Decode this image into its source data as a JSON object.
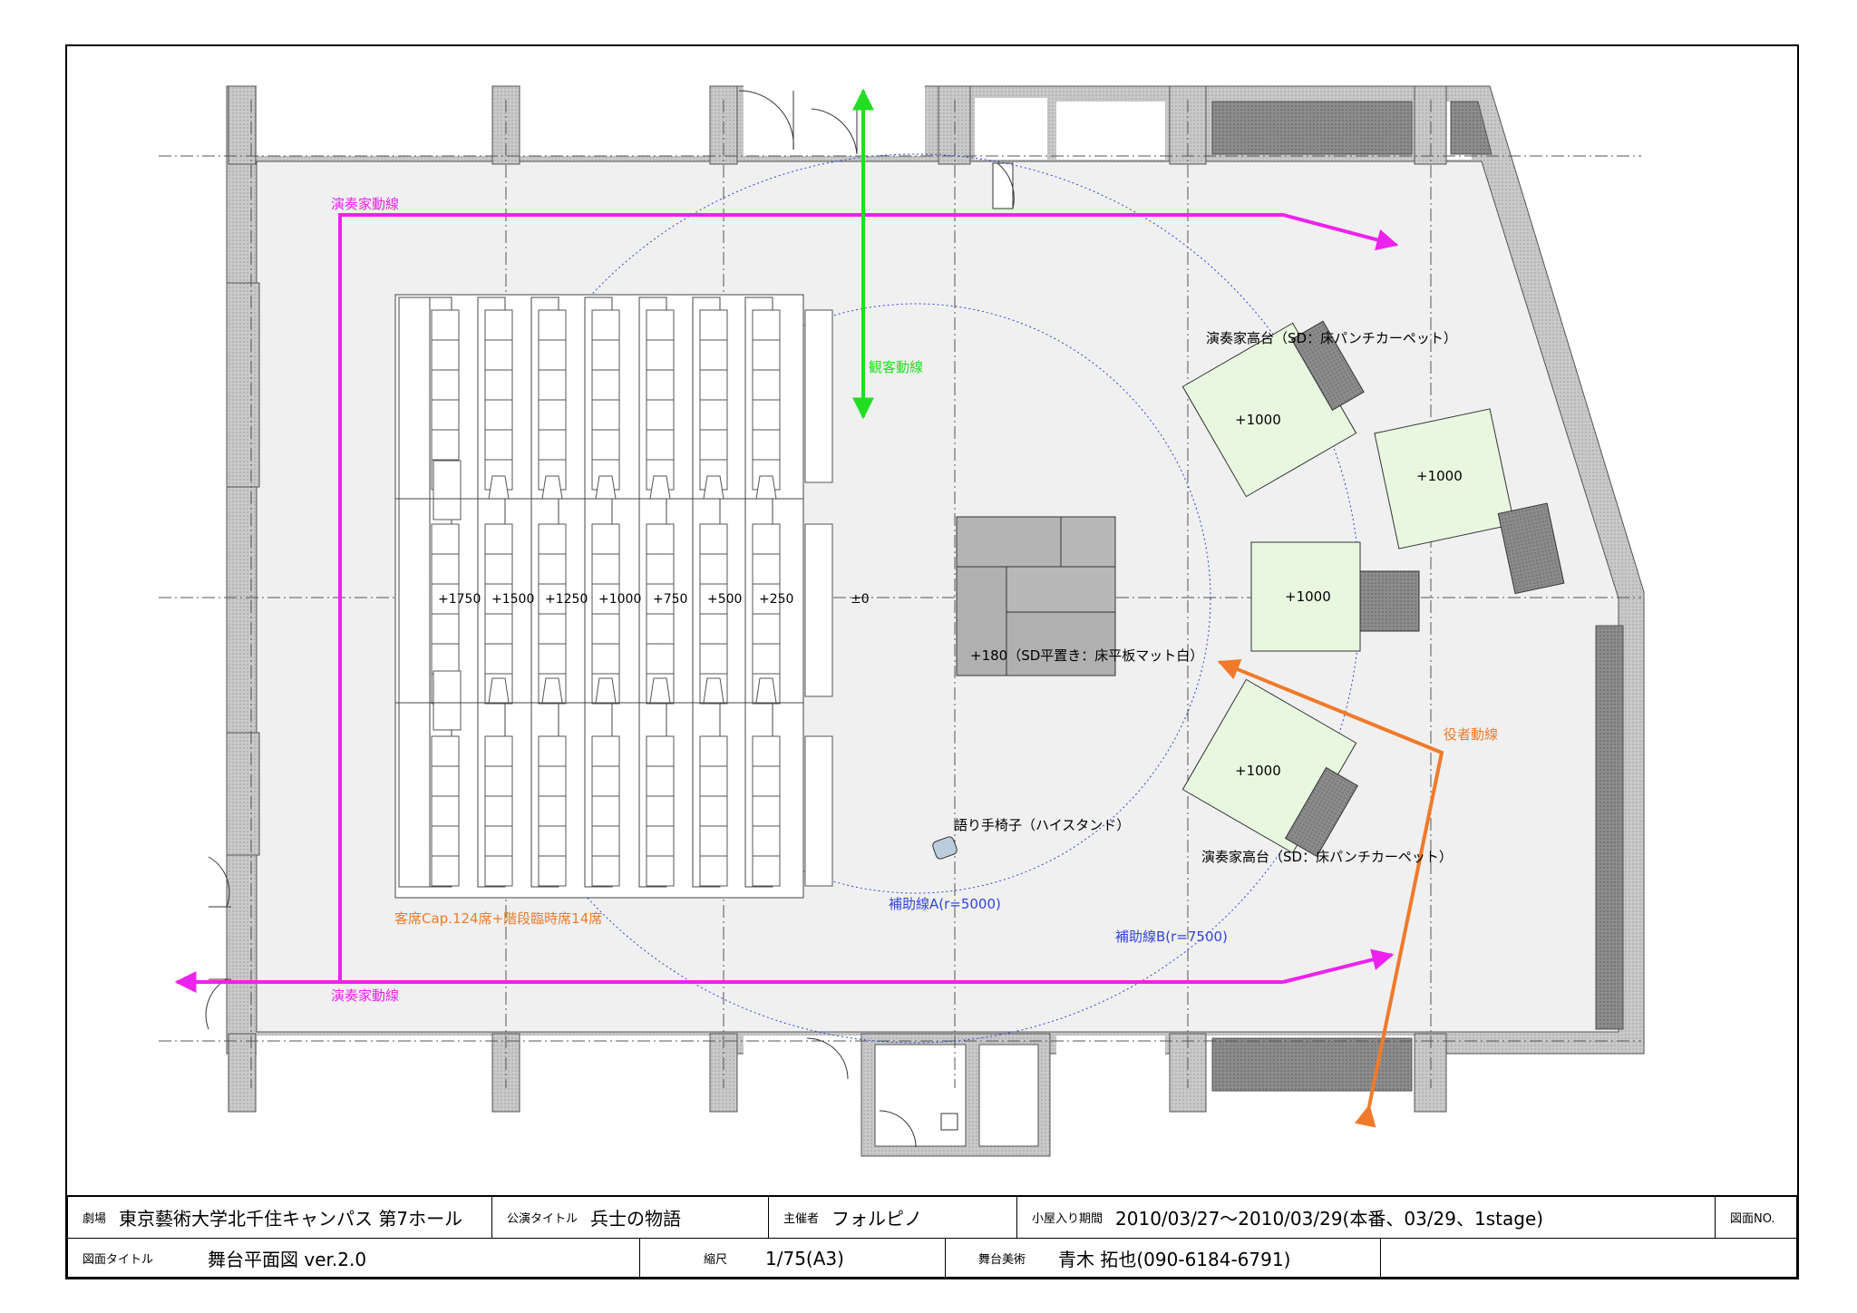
{
  "labels": {
    "performer_route_top": "演奏家動線",
    "performer_route_bottom": "演奏家動線",
    "audience_route": "観客動線",
    "actor_route": "役者動線",
    "seating_caption": "客席Cap.124席+階段臨時席14席",
    "platform_top_caption": "演奏家高台（SD：床パンチカーペット）",
    "platform_bottom_caption": "演奏家高台（SD：床パンチカーペット）",
    "center_stage": "+180（SD平置き：床平板マット白）",
    "narrator_chair": "語り手椅子（ハイスタンド）",
    "aux_line_a": "補助線A(r=5000)",
    "aux_line_b": "補助線B(r=7500)",
    "zero_level": "±0",
    "platform_levels": [
      "+1000",
      "+1000",
      "+1000",
      "+1000"
    ],
    "tier_levels": [
      "+1750",
      "+1500",
      "+1250",
      "+1000",
      "+750",
      "+500",
      "+250"
    ]
  },
  "title_block": {
    "venue_label": "劇場",
    "venue": "東京藝術大学北千住キャンパス 第7ホール",
    "show_label": "公演タイトル",
    "show": "兵士の物語",
    "organizer_label": "主催者",
    "organizer": "フォルピノ",
    "period_label": "小屋入り期間",
    "period": "2010/03/27～2010/03/29(本番、03/29、1stage)",
    "drawing_no_label": "図面NO.",
    "drawing_no": "",
    "drawing_title_label": "図面タイトル",
    "drawing_title": "舞台平面図 ver.2.0",
    "scale_label": "縮尺",
    "scale": "1/75(A3)",
    "designer_label": "舞台美術",
    "designer": "青木 拓也(090-6184-6791)"
  },
  "colors": {
    "performer_route": "#ee22ee",
    "audience_route": "#22dd22",
    "actor_route": "#f07a2a",
    "aux_lines": "#3344dd",
    "wall": "#c8c8c8",
    "floor": "#f0f0f0",
    "platform": "#e8f8e0",
    "stage_block": "#b4b4b4"
  }
}
